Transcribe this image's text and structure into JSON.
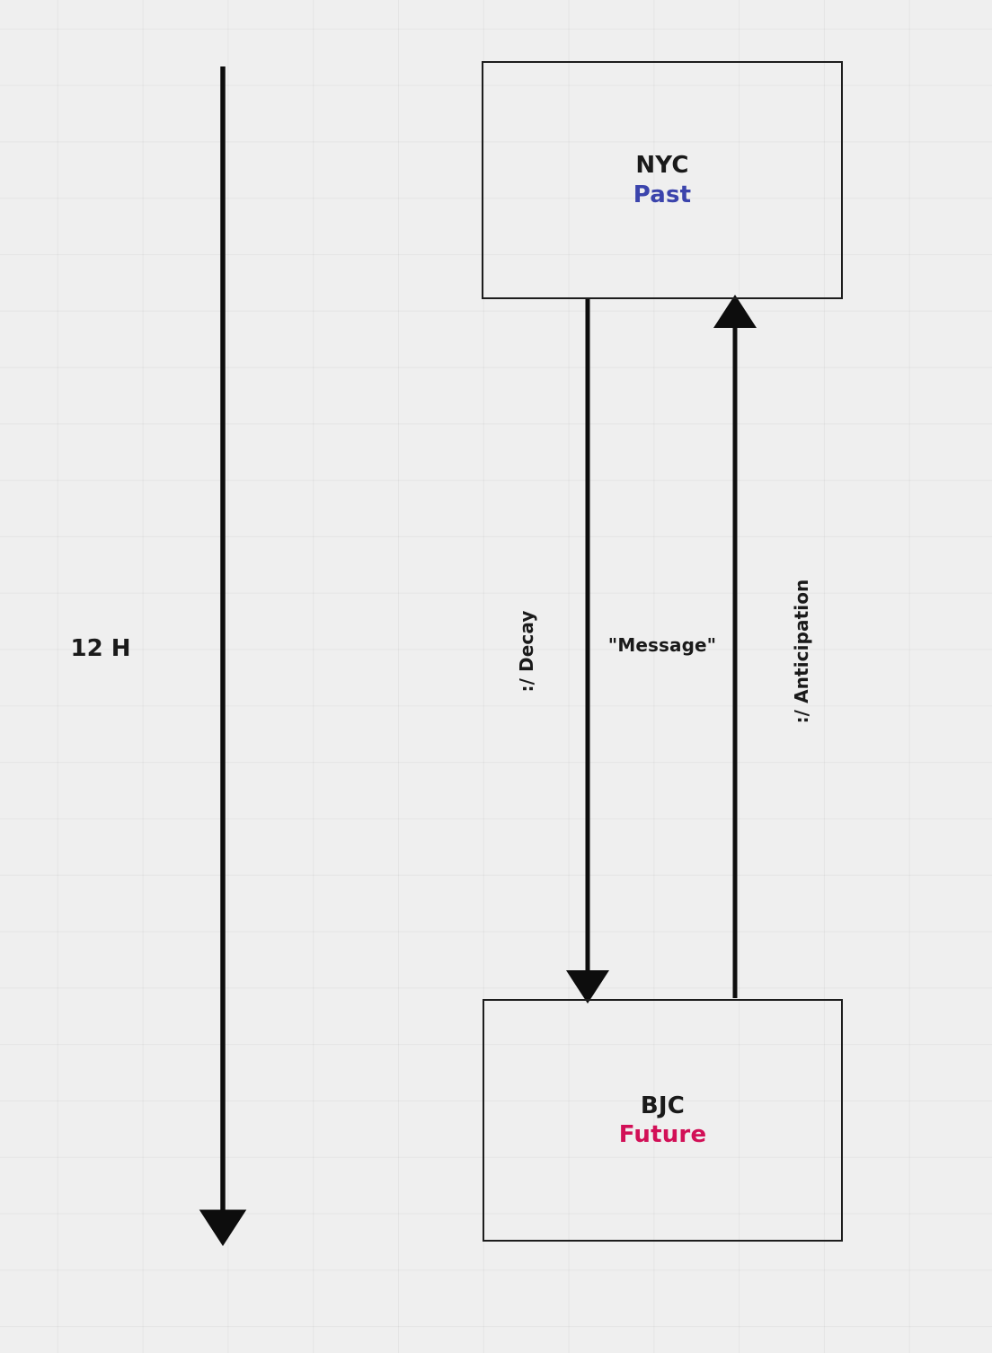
{
  "diagram": {
    "type": "sequence-like-timeline-diagram",
    "background_color": "#efefef",
    "grid": "on",
    "nodes": [
      {
        "id": "nyc",
        "title": "NYC",
        "subtitle": "Past",
        "subtitle_color": "#3b44ac"
      },
      {
        "id": "bjc",
        "title": "BJC",
        "subtitle": "Future",
        "subtitle_color": "#d21057"
      }
    ],
    "edges": [
      {
        "id": "decay",
        "label": ":/ Decay",
        "orientation": "vertical-rotated",
        "direction": "down"
      },
      {
        "id": "message",
        "label": "\"Message\"",
        "orientation": "horizontal",
        "direction": "down"
      },
      {
        "id": "anticipation",
        "label": ":/ Anticipation",
        "orientation": "vertical-rotated",
        "direction": "up"
      }
    ],
    "timeline": {
      "label": "12 H",
      "direction": "down",
      "color": "#0d0d0d"
    }
  }
}
